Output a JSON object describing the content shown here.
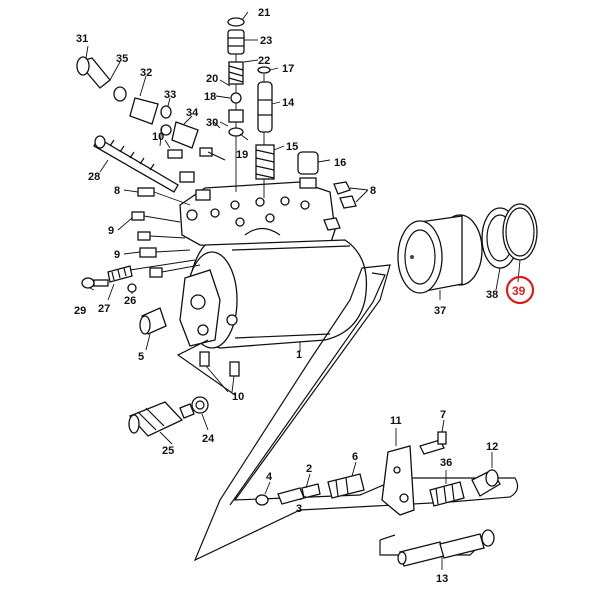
{
  "diagram": {
    "callouts": [
      {
        "id": "c1",
        "label": "1"
      },
      {
        "id": "c2",
        "label": "2"
      },
      {
        "id": "c3",
        "label": "3"
      },
      {
        "id": "c4",
        "label": "4"
      },
      {
        "id": "c5",
        "label": "5"
      },
      {
        "id": "c6",
        "label": "6"
      },
      {
        "id": "c7",
        "label": "7"
      },
      {
        "id": "c8a",
        "label": "8"
      },
      {
        "id": "c8b",
        "label": "8"
      },
      {
        "id": "c9a",
        "label": "9"
      },
      {
        "id": "c9b",
        "label": "9"
      },
      {
        "id": "c10a",
        "label": "10"
      },
      {
        "id": "c10b",
        "label": "10"
      },
      {
        "id": "c11",
        "label": "11"
      },
      {
        "id": "c12",
        "label": "12"
      },
      {
        "id": "c13",
        "label": "13"
      },
      {
        "id": "c14",
        "label": "14"
      },
      {
        "id": "c15",
        "label": "15"
      },
      {
        "id": "c16",
        "label": "16"
      },
      {
        "id": "c17",
        "label": "17"
      },
      {
        "id": "c18",
        "label": "18"
      },
      {
        "id": "c19",
        "label": "19"
      },
      {
        "id": "c20",
        "label": "20"
      },
      {
        "id": "c21",
        "label": "21"
      },
      {
        "id": "c22",
        "label": "22"
      },
      {
        "id": "c23",
        "label": "23"
      },
      {
        "id": "c24",
        "label": "24"
      },
      {
        "id": "c25",
        "label": "25"
      },
      {
        "id": "c26",
        "label": "26"
      },
      {
        "id": "c27",
        "label": "27"
      },
      {
        "id": "c28",
        "label": "28"
      },
      {
        "id": "c29",
        "label": "29"
      },
      {
        "id": "c30",
        "label": "30"
      },
      {
        "id": "c31",
        "label": "31"
      },
      {
        "id": "c32",
        "label": "32"
      },
      {
        "id": "c33",
        "label": "33"
      },
      {
        "id": "c34",
        "label": "34"
      },
      {
        "id": "c35",
        "label": "35"
      },
      {
        "id": "c36",
        "label": "36"
      },
      {
        "id": "c37",
        "label": "37"
      },
      {
        "id": "c38",
        "label": "38"
      },
      {
        "id": "c39",
        "label": "39"
      }
    ],
    "highlight": {
      "label": "39",
      "color": "#d62020"
    }
  }
}
